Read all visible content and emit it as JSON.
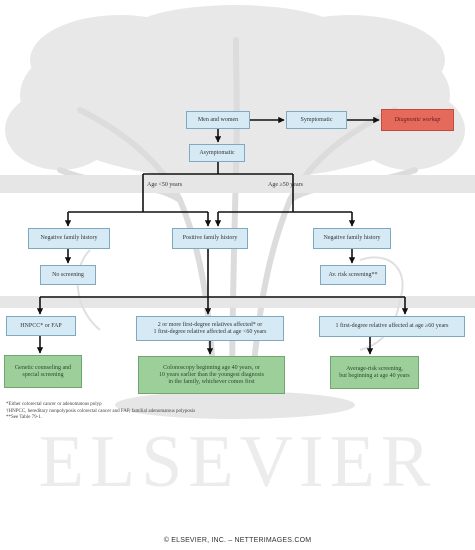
{
  "nodes": {
    "men_women": "Men and women",
    "symptomatic": "Symptomatic",
    "diagnostic_workup": "Diagnostic workup",
    "asymptomatic": "Asymptomatic",
    "neg_family_left": "Negative family history",
    "pos_family": "Positive family history",
    "neg_family_right": "Negative family history",
    "no_screening": "No screening",
    "avg_risk": "Av. risk screening**",
    "hnpcc": "HNPCC* or FAP",
    "two_or_more_line1": "2 or more first-degree relatives affected* or",
    "two_or_more_line2": "1 first-degree relative affected at age <60 years",
    "one_first_degree": "1 first-degree relative affected at age ≥60 years",
    "genetic_counseling_line1": "Genetic counseling and",
    "genetic_counseling_line2": "special screening",
    "colonoscopy_line1": "Colonoscopy beginning age 40 years, or",
    "colonoscopy_line2": "10 years earlier than the youngest diagnosis",
    "colonoscopy_line3": "in the family, whichever comes first",
    "avg_risk_40_line1": "Average-risk screening,",
    "avg_risk_40_line2": "but beginning at age 40 years"
  },
  "labels": {
    "age_lt_50": "Age <50 years",
    "age_ge_50": "Age ≥50 years"
  },
  "footnotes": [
    "*Either colorectal cancer or adenomatous polyp",
    "†HNPCC, hereditary nonpolyposis colorectal cancer and FAP, familial adenomatous polyposis",
    "**See Table 79-1."
  ],
  "watermark": "ELSEVIER",
  "credit": "© ELSEVIER, INC. – NETTERIMAGES.COM",
  "colors": {
    "box_fill": "#d6eaf5",
    "outcome_fill": "#9ccf9a",
    "alert_fill": "#e66a5c",
    "connector": "#111111",
    "watermark": "#ececec"
  }
}
